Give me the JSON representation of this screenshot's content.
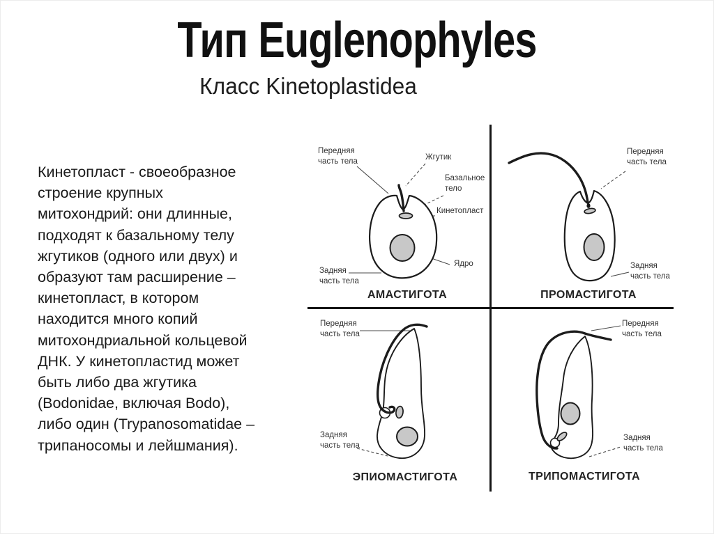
{
  "slide": {
    "title": "Тип Euglenophyles",
    "subtitle": "Класс Kinetoplastidea",
    "body_text": "Кинетопласт - своеобразное\nстроение крупных\nмитохондрий: они длинные,\nподходят к базальному телу\nжгутиков (одного или двух) и\nобразуют там расширение –\nкинетопласт, в котором\nнаходится много копий\nмитохондриальной кольцевой\nДНК. У кинетопластид может\nбыть либо два жгутика\n(Bodonidae, включая Bodo),\nлибо один (Trypanosomatidae –\nтрипаносомы и лейшмания)."
  },
  "diagram": {
    "organ_labels": {
      "front": "Передняя\nчасть тела",
      "rear": "Задняя\nчасть тела",
      "flagellum": "Жгутик",
      "basal_body": "Базальное\nтело",
      "kinetoplast": "Кинетопласт",
      "nucleus": "Ядро"
    },
    "quadrants": [
      {
        "caption": "АМАСТИГОТА"
      },
      {
        "caption": "ПРОМАСТИГОТА"
      },
      {
        "caption": "ЭПИОМАСТИГОТА"
      },
      {
        "caption": "ТРИПОМАСТИГОТА"
      }
    ]
  },
  "colors": {
    "organelle_fill": "#c8c8c8",
    "outline": "#1c1c1c",
    "leader": "#4a4a4a",
    "label_text": "#333333",
    "divider": "#151515",
    "text": "#1a1a1a"
  }
}
